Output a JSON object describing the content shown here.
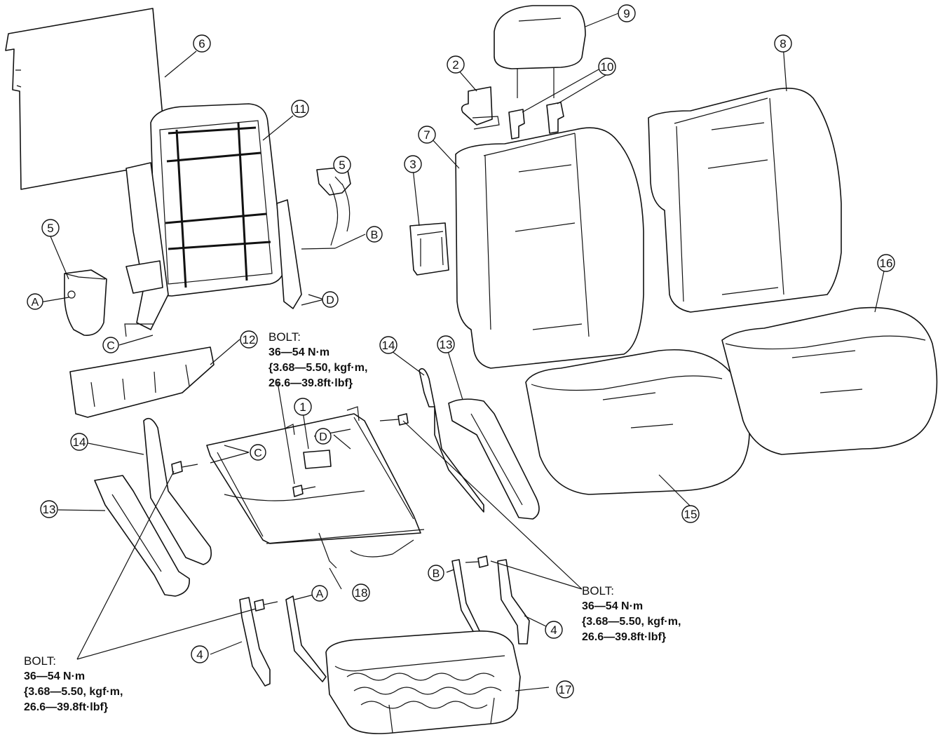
{
  "callouts": {
    "c1": "1",
    "c2": "2",
    "c3": "3",
    "c4a": "4",
    "c4b": "4",
    "c5a": "5",
    "c5b": "5",
    "c6": "6",
    "c7": "7",
    "c8": "8",
    "c9": "9",
    "c10": "10",
    "c11": "11",
    "c12": "12",
    "c13a": "13",
    "c13b": "13",
    "c14a": "14",
    "c14b": "14",
    "c15": "15",
    "c16": "16",
    "c17": "17",
    "c18": "18"
  },
  "letters": {
    "a1": "A",
    "a2": "A",
    "b1": "B",
    "b2": "B",
    "cc1": "C",
    "cc2": "C",
    "d1": "D",
    "d2": "D"
  },
  "bolts": {
    "top": {
      "heading": "BOLT:",
      "torque_nm": "36—54 N·m",
      "torque_kgf": "{3.68—5.50, kgf·m,",
      "torque_ftlbf": "26.6—39.8ft·lbf}"
    },
    "right": {
      "heading": "BOLT:",
      "torque_nm": "36—54 N·m",
      "torque_kgf": "{3.68—5.50, kgf·m,",
      "torque_ftlbf": "26.6—39.8ft·lbf}"
    },
    "left": {
      "heading": "BOLT:",
      "torque_nm": "36—54 N·m",
      "torque_kgf": "{3.68—5.50, kgf·m,",
      "torque_ftlbf": "26.6—39.8ft·lbf}"
    }
  }
}
